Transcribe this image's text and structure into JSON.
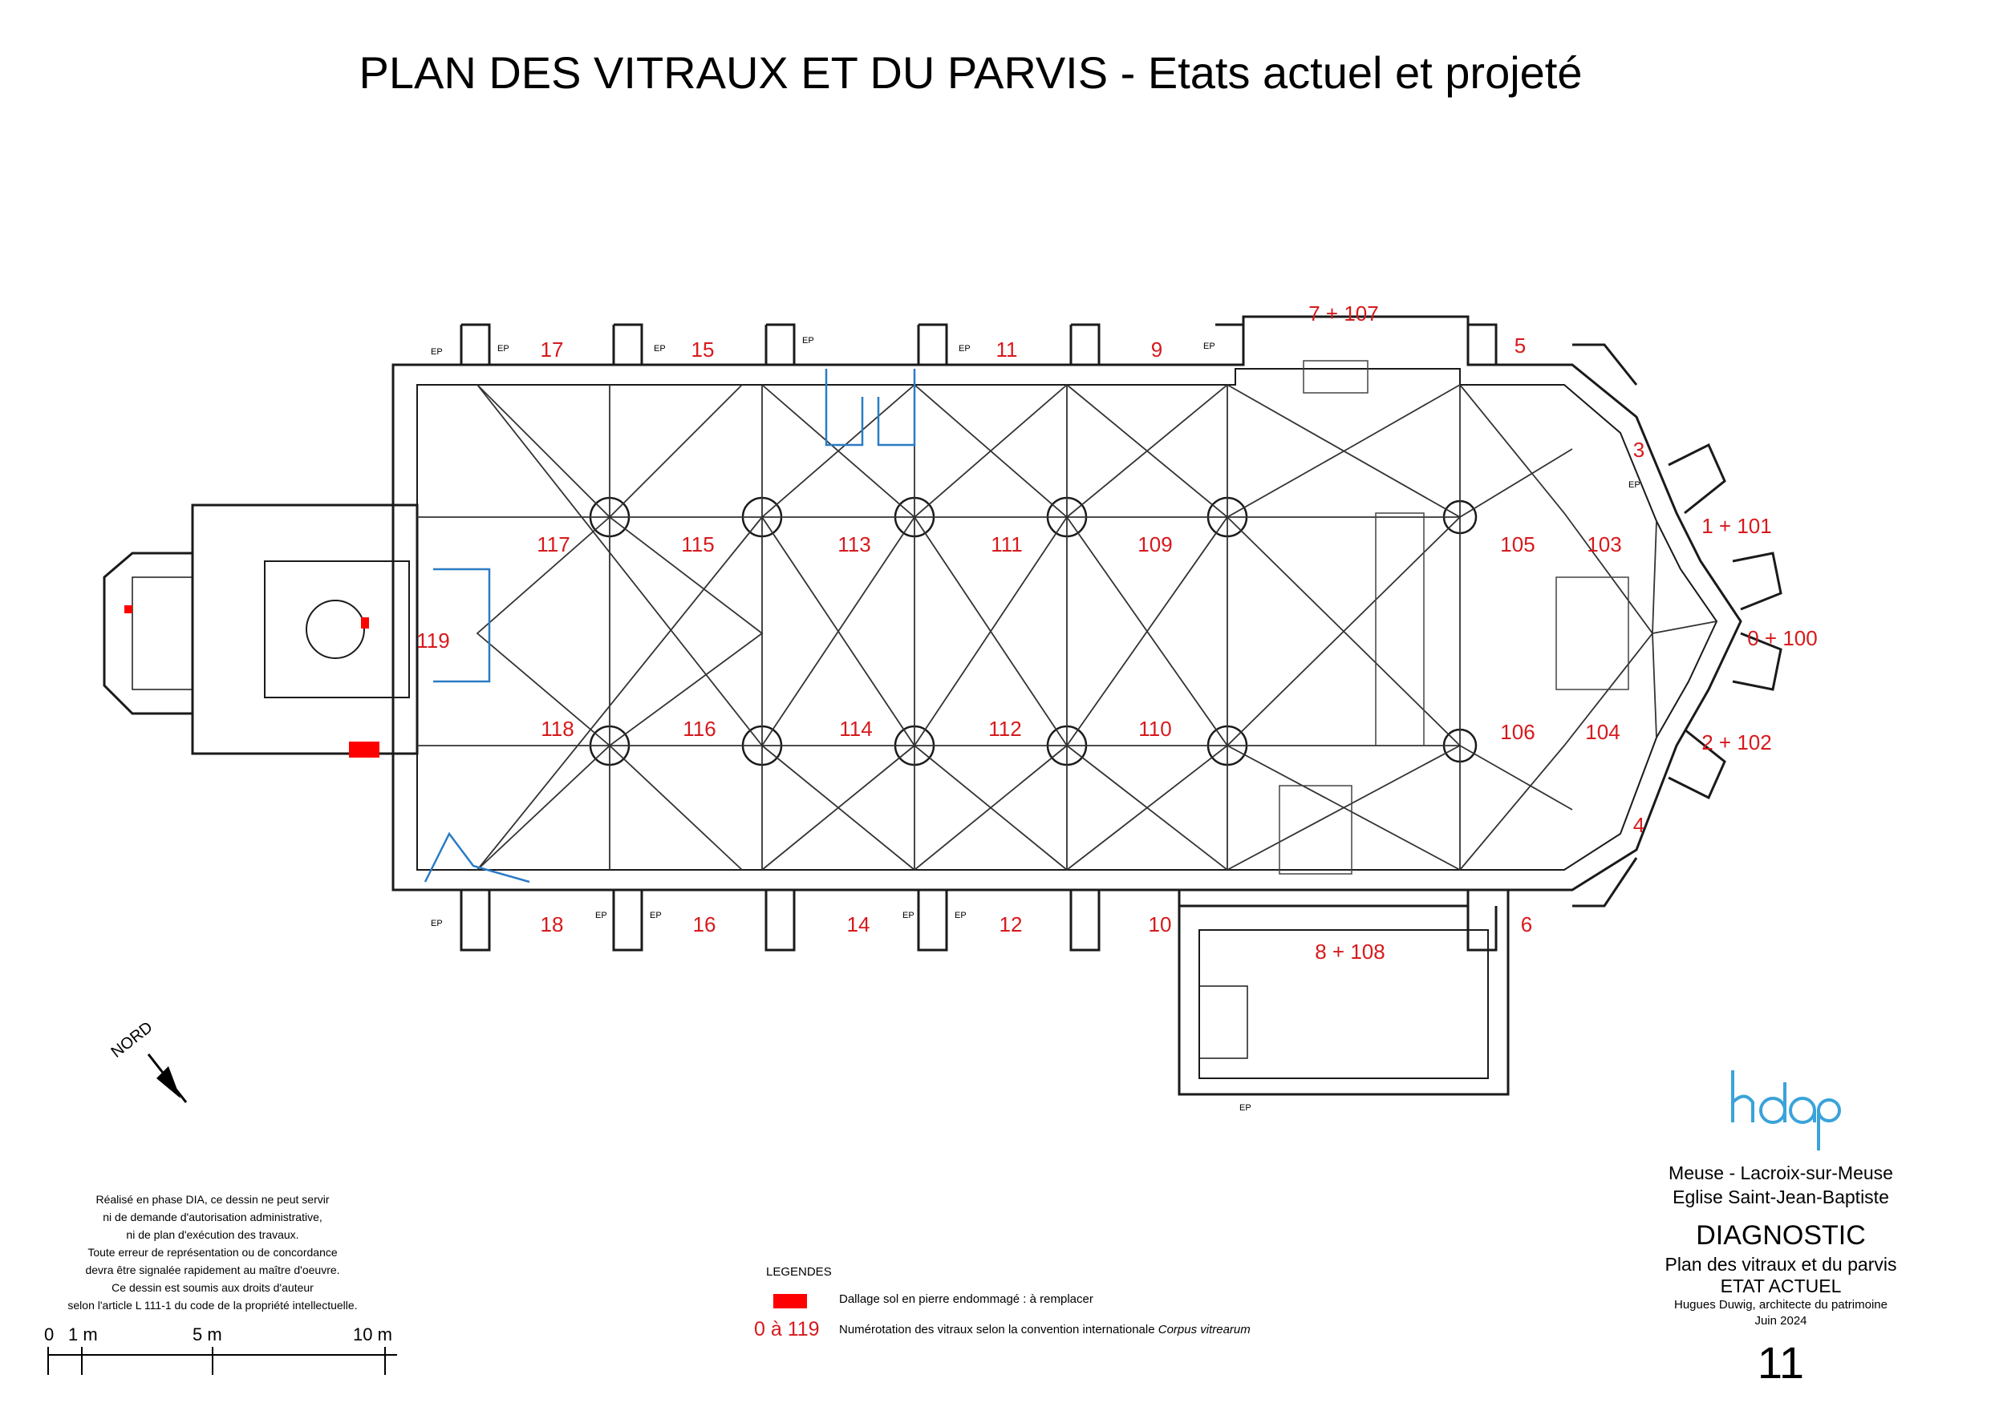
{
  "title": "PLAN DES VITRAUX ET DU PARVIS - Etats actuel et projeté",
  "window_numbers": {
    "north": [
      "17",
      "15",
      "11",
      "9",
      "7 + 107",
      "5"
    ],
    "nave_north": [
      "117",
      "115",
      "113",
      "111",
      "109"
    ],
    "west": "119",
    "nave_south": [
      "118",
      "116",
      "114",
      "112",
      "110"
    ],
    "south": [
      "18",
      "16",
      "14",
      "12",
      "10",
      "8 + 108",
      "6"
    ],
    "choir": [
      "105",
      "103",
      "106",
      "104"
    ],
    "apse": [
      "3",
      "1 + 101",
      "0 + 100",
      "2 + 102",
      "4"
    ]
  },
  "ep_label": "EP",
  "north_label": "NORD",
  "scale": {
    "labels": [
      "0",
      "1 m",
      "5 m",
      "10 m"
    ]
  },
  "disclaimer": [
    "Réalisé en phase DIA, ce dessin ne peut servir",
    "ni de demande d'autorisation administrative,",
    "ni de plan d'exécution des travaux.",
    "Toute erreur de représentation ou de concordance",
    "devra être signalée rapidement au maître d'oeuvre.",
    "Ce dessin est soumis aux droits d'auteur",
    "selon l'article L 111-1 du code de la propriété intellectuelle."
  ],
  "legend": {
    "title": "LEGENDES",
    "item1": "Dallage sol en pierre endommagé : à remplacer",
    "range": "0 à 119",
    "item2_prefix": "Numérotation des vitraux selon la convention internationale ",
    "item2_italic": "Corpus vitrearum"
  },
  "titleblock": {
    "department": "Meuse - Lacroix-sur-Meuse",
    "church": "Eglise Saint-Jean-Baptiste",
    "phase": "DIAGNOSTIC",
    "subtitle": "Plan des vitraux et du parvis",
    "state": "ETAT ACTUEL",
    "author": "Hugues Duwig, architecte du patrimoine",
    "date": "Juin 2024",
    "page": "11"
  },
  "logo_text": "hdap",
  "colors": {
    "window_number": "#d7191c",
    "damaged_paving": "#ff0000",
    "projected": "#2b7bc4",
    "plan": "#1a1a1a",
    "logo": "#3aa3d9"
  }
}
